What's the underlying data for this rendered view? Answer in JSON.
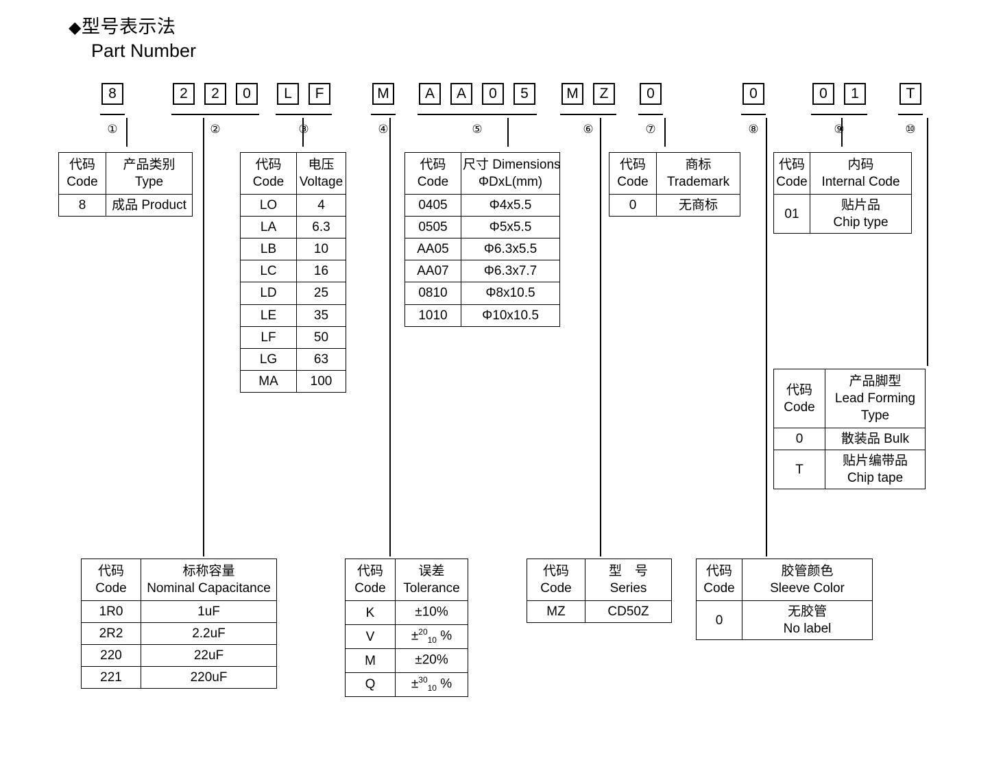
{
  "header": {
    "diamond": "◆",
    "title_cn": "型号表示法",
    "title_en": "Part Number"
  },
  "part_number": {
    "segments": [
      {
        "marker": "①",
        "chars": [
          "8"
        ]
      },
      {
        "marker": "②",
        "chars": [
          "2",
          "2",
          "0"
        ]
      },
      {
        "marker": "③",
        "chars": [
          "L",
          "F"
        ]
      },
      {
        "marker": "④",
        "chars": [
          "M"
        ]
      },
      {
        "marker": "⑤",
        "chars": [
          "A",
          "A",
          "0",
          "5"
        ]
      },
      {
        "marker": "⑥",
        "chars": [
          "M",
          "Z"
        ]
      },
      {
        "marker": "⑦",
        "chars": [
          "0"
        ]
      },
      {
        "marker": "⑧",
        "chars": [
          "0"
        ]
      },
      {
        "marker": "⑨",
        "chars": [
          "0",
          "1"
        ]
      },
      {
        "marker": "⑩",
        "chars": [
          "T"
        ]
      }
    ]
  },
  "tables": {
    "type": {
      "header": {
        "code_cn": "代码",
        "code_en": "Code",
        "val_cn": "产品类别",
        "val_en": "Type"
      },
      "rows": [
        {
          "code": "8",
          "value": "成品 Product"
        }
      ]
    },
    "capacitance": {
      "header": {
        "code_cn": "代码",
        "code_en": "Code",
        "val_cn": "标称容量",
        "val_en": "Nominal Capacitance"
      },
      "rows": [
        {
          "code": "1R0",
          "value": "1uF"
        },
        {
          "code": "2R2",
          "value": "2.2uF"
        },
        {
          "code": "220",
          "value": "22uF"
        },
        {
          "code": "221",
          "value": "220uF"
        }
      ]
    },
    "voltage": {
      "header": {
        "code_cn": "代码",
        "code_en": "Code",
        "val_cn": "电压",
        "val_en": "Voltage"
      },
      "rows": [
        {
          "code": "LO",
          "value": "4"
        },
        {
          "code": "LA",
          "value": "6.3"
        },
        {
          "code": "LB",
          "value": "10"
        },
        {
          "code": "LC",
          "value": "16"
        },
        {
          "code": "LD",
          "value": "25"
        },
        {
          "code": "LE",
          "value": "35"
        },
        {
          "code": "LF",
          "value": "50"
        },
        {
          "code": "LG",
          "value": "63"
        },
        {
          "code": "MA",
          "value": "100"
        }
      ]
    },
    "tolerance": {
      "header": {
        "code_cn": "代码",
        "code_en": "Code",
        "val_cn": "误差",
        "val_en": "Tolerance"
      },
      "rows": [
        {
          "code": "K",
          "value": "±10%",
          "sup": "",
          "sub": "",
          "tail": ""
        },
        {
          "code": "V",
          "value": "±",
          "sup": "20",
          "sub": "10",
          "tail": "%"
        },
        {
          "code": "M",
          "value": "±20%",
          "sup": "",
          "sub": "",
          "tail": ""
        },
        {
          "code": "Q",
          "value": "±",
          "sup": "30",
          "sub": "10",
          "tail": "%"
        }
      ]
    },
    "dimensions": {
      "header": {
        "code_cn": "代码",
        "code_en": "Code",
        "val_cn": "尺寸 Dimensions",
        "val_en": "ΦDxL(mm)"
      },
      "rows": [
        {
          "code": "0405",
          "value": "Φ4x5.5"
        },
        {
          "code": "0505",
          "value": "Φ5x5.5"
        },
        {
          "code": "AA05",
          "value": "Φ6.3x5.5"
        },
        {
          "code": "AA07",
          "value": "Φ6.3x7.7"
        },
        {
          "code": "0810",
          "value": "Φ8x10.5"
        },
        {
          "code": "1010",
          "value": "Φ10x10.5"
        }
      ]
    },
    "series": {
      "header": {
        "code_cn": "代码",
        "code_en": "Code",
        "val_cn": "型　号",
        "val_en": "Series"
      },
      "rows": [
        {
          "code": "MZ",
          "value": "CD50Z"
        }
      ]
    },
    "trademark": {
      "header": {
        "code_cn": "代码",
        "code_en": "Code",
        "val_cn": "商标",
        "val_en": "Trademark"
      },
      "rows": [
        {
          "code": "0",
          "value": "无商标"
        }
      ]
    },
    "sleeve_color": {
      "header": {
        "code_cn": "代码",
        "code_en": "Code",
        "val_cn": "胶管颜色",
        "val_en": "Sleeve Color"
      },
      "rows": [
        {
          "code": "0",
          "value_cn": "无胶管",
          "value_en": "No label"
        }
      ]
    },
    "internal_code": {
      "header": {
        "code_cn": "代码",
        "code_en": "Code",
        "val_cn": "内码",
        "val_en": "Internal Code"
      },
      "rows": [
        {
          "code": "01",
          "value_cn": "贴片品",
          "value_en": "Chip type"
        }
      ]
    },
    "lead_forming": {
      "header": {
        "code_cn": "代码",
        "code_en": "Code",
        "val_cn": "产品脚型",
        "val_en": "Lead Forming",
        "val_en2": "Type"
      },
      "rows": [
        {
          "code": "0",
          "value_cn": "散装品 Bulk",
          "value_en": ""
        },
        {
          "code": "T",
          "value_cn": "贴片编带品",
          "value_en": "Chip tape"
        }
      ]
    }
  }
}
